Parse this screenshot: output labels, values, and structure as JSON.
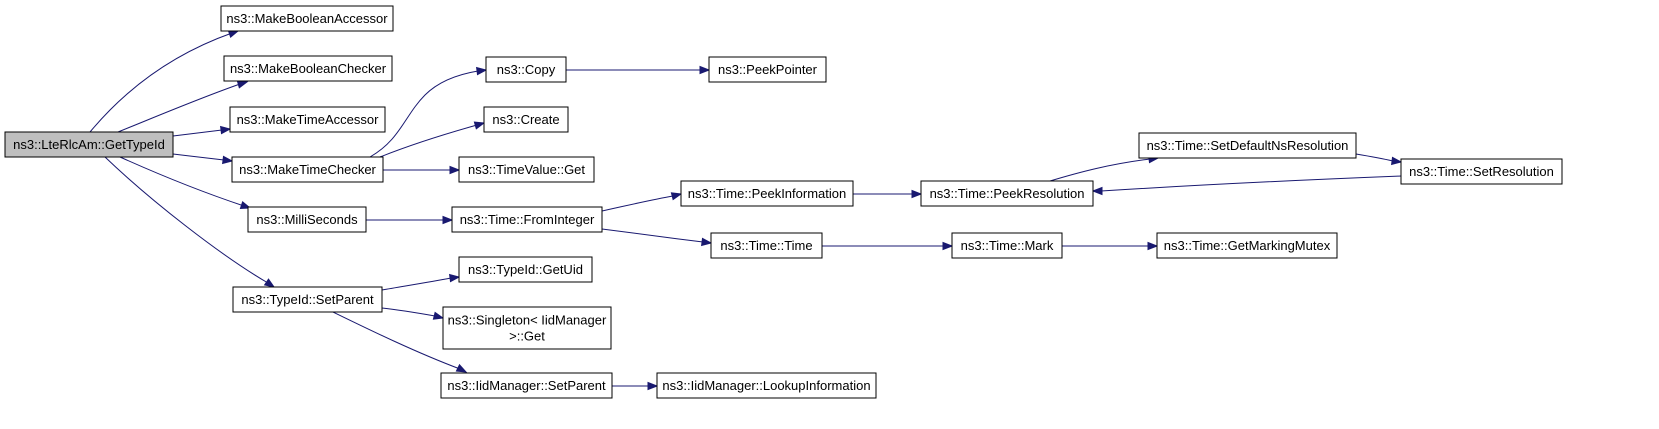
{
  "graph": {
    "colors": {
      "edge": "#191970",
      "node_border": "#000000",
      "node_fill": "#ffffff",
      "root_fill": "#bfbfbf"
    },
    "nodes": [
      {
        "id": "root",
        "label": [
          "ns3::LteRlcAm::GetTypeId"
        ],
        "root": true
      },
      {
        "id": "mba",
        "label": [
          "ns3::MakeBooleanAccessor"
        ]
      },
      {
        "id": "mbc",
        "label": [
          "ns3::MakeBooleanChecker"
        ]
      },
      {
        "id": "mta",
        "label": [
          "ns3::MakeTimeAccessor"
        ]
      },
      {
        "id": "mtc",
        "label": [
          "ns3::MakeTimeChecker"
        ]
      },
      {
        "id": "ms",
        "label": [
          "ns3::MilliSeconds"
        ]
      },
      {
        "id": "sp",
        "label": [
          "ns3::TypeId::SetParent"
        ]
      },
      {
        "id": "copy",
        "label": [
          "ns3::Copy"
        ]
      },
      {
        "id": "create",
        "label": [
          "ns3::Create"
        ]
      },
      {
        "id": "tvget",
        "label": [
          "ns3::TimeValue::Get"
        ]
      },
      {
        "id": "fromint",
        "label": [
          "ns3::Time::FromInteger"
        ]
      },
      {
        "id": "getuid",
        "label": [
          "ns3::TypeId::GetUid"
        ]
      },
      {
        "id": "singleton",
        "label": [
          "ns3::Singleton< IidManager",
          ">::Get"
        ]
      },
      {
        "id": "iidsp",
        "label": [
          "ns3::IidManager::SetParent"
        ]
      },
      {
        "id": "peekptr",
        "label": [
          "ns3::PeekPointer"
        ]
      },
      {
        "id": "peekinfo",
        "label": [
          "ns3::Time::PeekInformation"
        ]
      },
      {
        "id": "timetime",
        "label": [
          "ns3::Time::Time"
        ]
      },
      {
        "id": "lookup",
        "label": [
          "ns3::IidManager::LookupInformation"
        ]
      },
      {
        "id": "peekres",
        "label": [
          "ns3::Time::PeekResolution"
        ]
      },
      {
        "id": "mark",
        "label": [
          "ns3::Time::Mark"
        ]
      },
      {
        "id": "setdef",
        "label": [
          "ns3::Time::SetDefaultNsResolution"
        ]
      },
      {
        "id": "getmark",
        "label": [
          "ns3::Time::GetMarkingMutex"
        ]
      },
      {
        "id": "setres",
        "label": [
          "ns3::Time::SetResolution"
        ]
      }
    ],
    "edges": [
      {
        "from": "root",
        "to": "mba"
      },
      {
        "from": "root",
        "to": "mbc"
      },
      {
        "from": "root",
        "to": "mta"
      },
      {
        "from": "root",
        "to": "mtc"
      },
      {
        "from": "root",
        "to": "ms"
      },
      {
        "from": "root",
        "to": "sp"
      },
      {
        "from": "mtc",
        "to": "copy"
      },
      {
        "from": "mtc",
        "to": "create"
      },
      {
        "from": "mtc",
        "to": "tvget"
      },
      {
        "from": "copy",
        "to": "peekptr"
      },
      {
        "from": "ms",
        "to": "fromint"
      },
      {
        "from": "fromint",
        "to": "peekinfo"
      },
      {
        "from": "fromint",
        "to": "timetime"
      },
      {
        "from": "peekinfo",
        "to": "peekres"
      },
      {
        "from": "peekres",
        "to": "setdef"
      },
      {
        "from": "setdef",
        "to": "setres"
      },
      {
        "from": "setres",
        "to": "peekres"
      },
      {
        "from": "timetime",
        "to": "mark"
      },
      {
        "from": "mark",
        "to": "getmark"
      },
      {
        "from": "sp",
        "to": "getuid"
      },
      {
        "from": "sp",
        "to": "singleton"
      },
      {
        "from": "sp",
        "to": "iidsp"
      },
      {
        "from": "iidsp",
        "to": "lookup"
      }
    ]
  }
}
